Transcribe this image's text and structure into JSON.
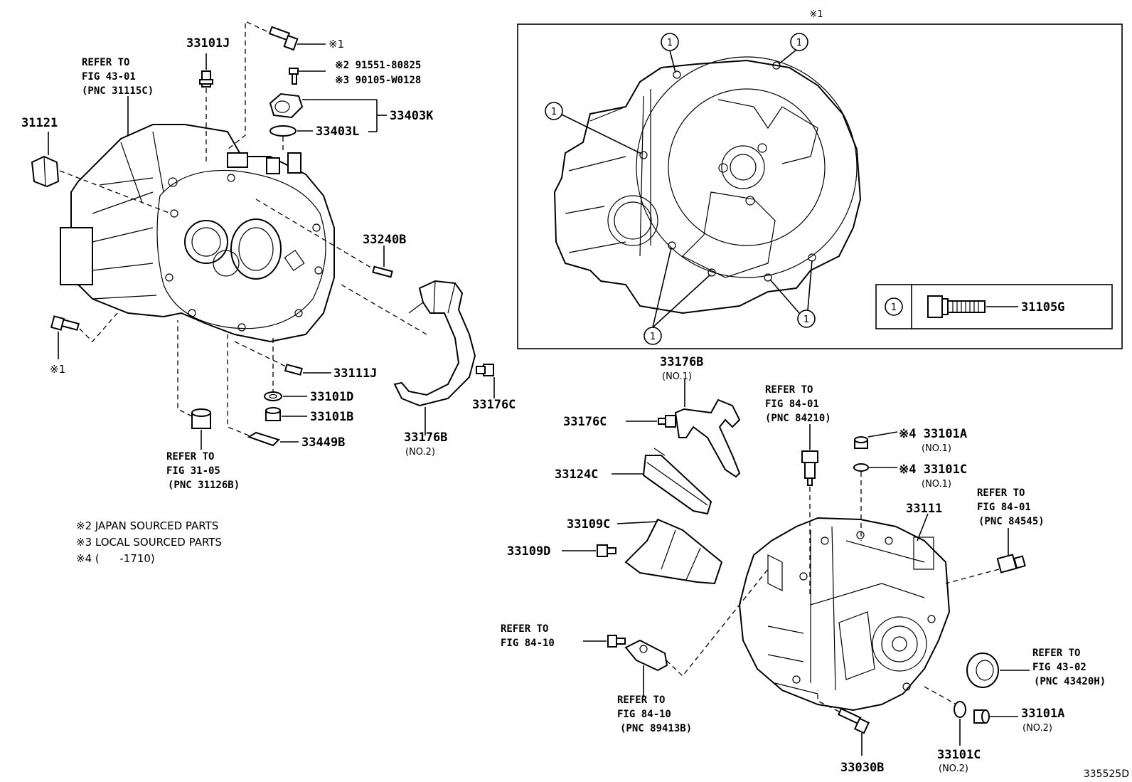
{
  "diagram_id": "335525D",
  "inset": {
    "mark": "※1",
    "callout_number": "1",
    "legend_part": "31105G"
  },
  "labels": {
    "p33101J": "33101J",
    "mark1_top": "※1",
    "mark2_code": "※2 91551-80825",
    "mark3_code": "※3 90105-W0128",
    "p33403K": "33403K",
    "p33403L": "33403L",
    "p31121": "31121",
    "ref_43_01": [
      "REFER TO",
      "FIG 43-01",
      "(PNC 31115C)"
    ],
    "p33240B": "33240B",
    "mark1_left": "※1",
    "p33111J": "33111J",
    "p33101D": "33101D",
    "p33101B": "33101B",
    "p33449B": "33449B",
    "p33176C_top": "33176C",
    "p33176B_no2": "33176B",
    "no2_a": "(NO.2)",
    "ref_31_05": [
      "REFER TO",
      "FIG 31-05",
      "(PNC 31126B)"
    ],
    "p33176B_no1": "33176B",
    "no1_a": "(NO.1)",
    "p33176C_mid": "33176C",
    "p33124C": "33124C",
    "p33109C": "33109C",
    "p33109D": "33109D",
    "ref_84_01_a": [
      "REFER TO",
      "FIG 84-01",
      "(PNC 84210)"
    ],
    "p33101A_no1": "※4 33101A",
    "no1_b": "(NO.1)",
    "p33101C_no1": "※4 33101C",
    "no1_c": "(NO.1)",
    "p33111": "33111",
    "ref_84_01_b": [
      "REFER TO",
      "FIG 84-01",
      "(PNC 84545)"
    ],
    "ref_84_10_a": [
      "REFER TO",
      "FIG 84-10"
    ],
    "ref_84_10_b": [
      "REFER TO",
      "FIG 84-10",
      "(PNC 89413B)"
    ],
    "ref_43_02": [
      "REFER TO",
      "FIG 43-02",
      "(PNC 43420H)"
    ],
    "p33101A_no2": "33101A",
    "no2_b": "(NO.2)",
    "p33101C_no2": "33101C",
    "no2_c": "(NO.2)",
    "p33030B": "33030B"
  },
  "notes": [
    "※2 JAPAN SOURCED PARTS",
    "※3 LOCAL SOURCED PARTS",
    "※4 (      -1710)"
  ]
}
